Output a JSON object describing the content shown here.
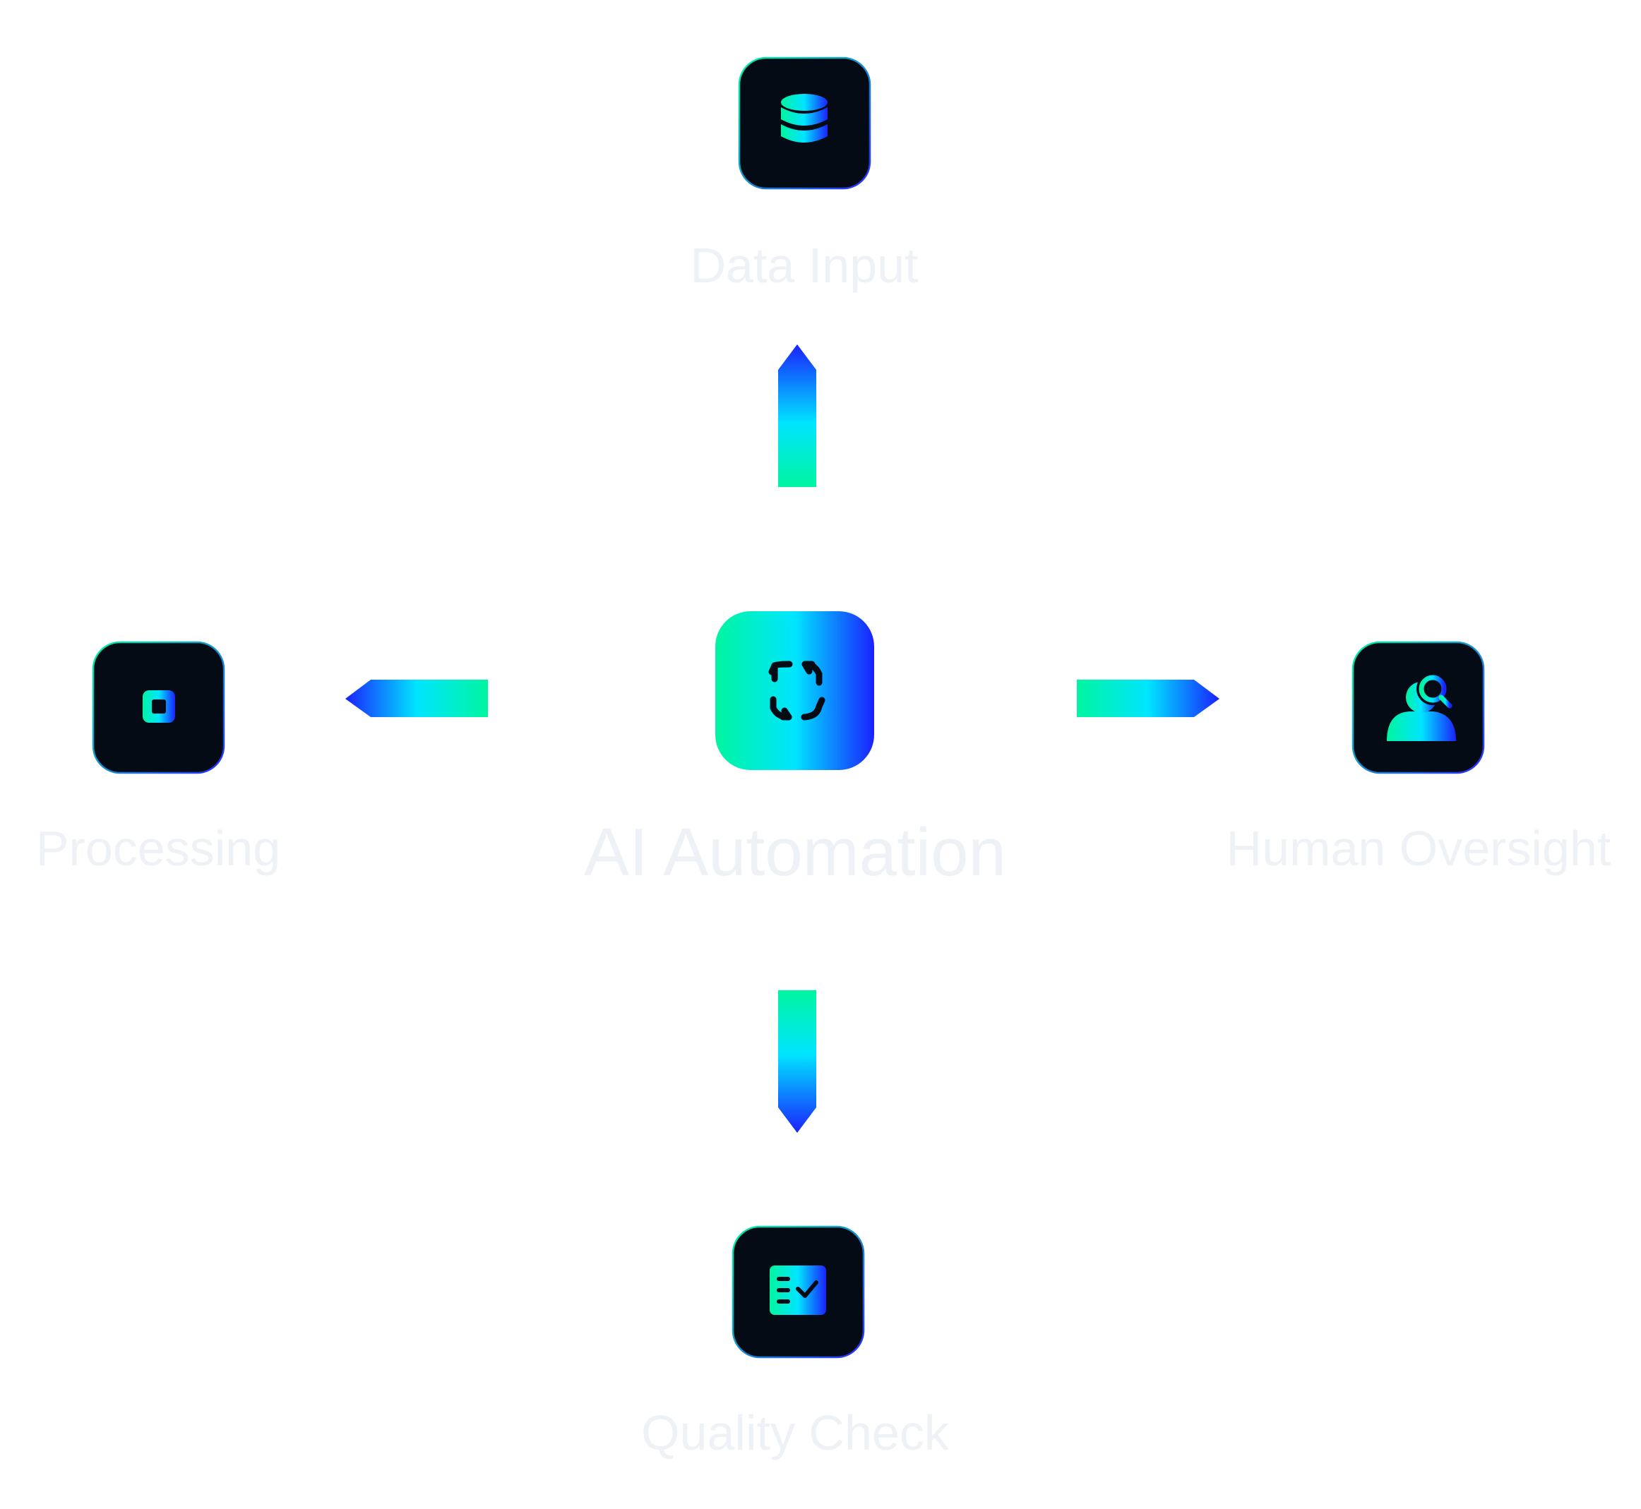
{
  "center": {
    "label": "AI Automation",
    "icon": "refresh-cycle-icon"
  },
  "nodes": {
    "data_input": {
      "label": "Data Input",
      "icon": "database-icon"
    },
    "processing": {
      "label": "Processing",
      "icon": "cpu-chip-icon"
    },
    "human_oversight": {
      "label": "Human Oversight",
      "icon": "user-search-icon"
    },
    "quality_check": {
      "label": "Quality Check",
      "icon": "checklist-icon"
    }
  },
  "colors": {
    "gradient_green": "#00f5a0",
    "gradient_cyan": "#00e5ff",
    "gradient_blue": "#1a22ff",
    "node_fill": "#050b14",
    "label_text": "#eef2f6"
  }
}
